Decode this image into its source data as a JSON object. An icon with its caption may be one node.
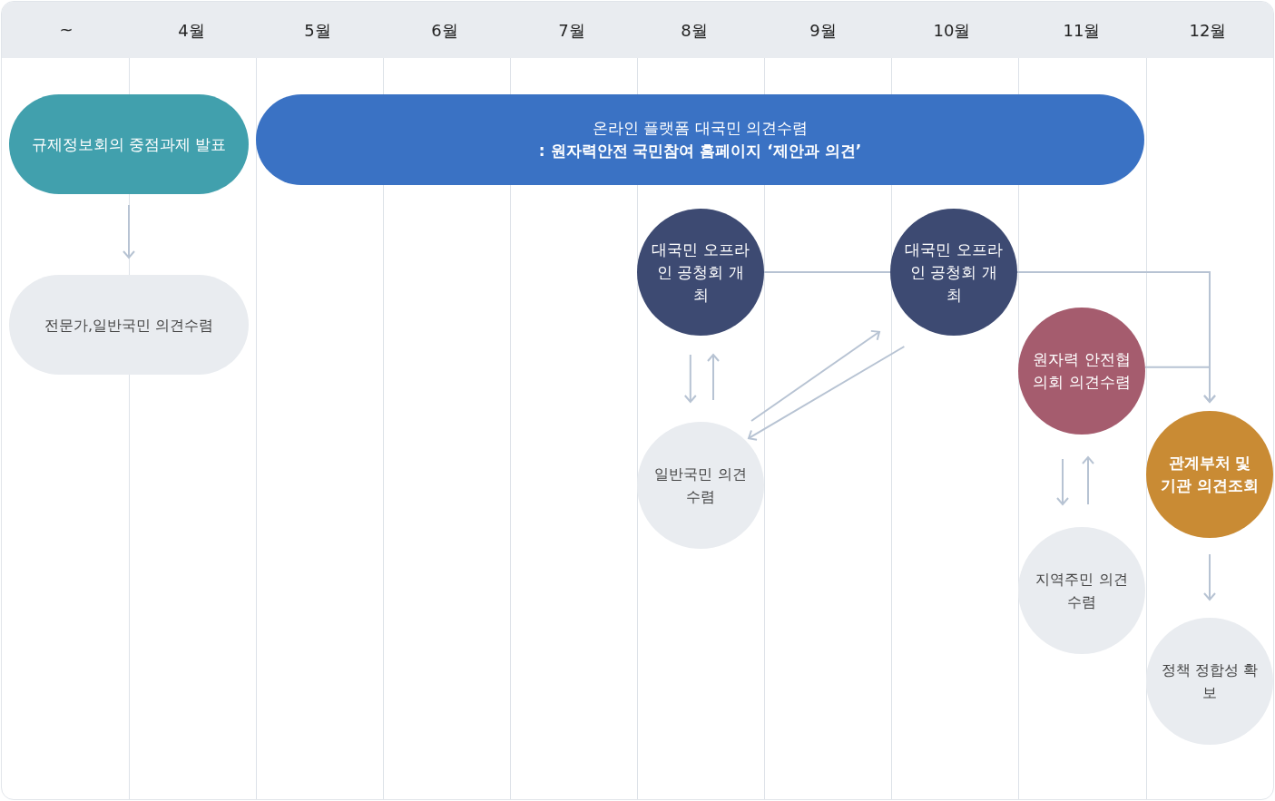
{
  "diagram": {
    "nodes": [
      {
        "text": [
          "규제정보회의 중점과제 발표"
        ]
      },
      {
        "text": [
          "전문가,일반국민 의견수렴"
        ]
      },
      {
        "text": [
          "온라인 플랫폼 대국민 의견수렴",
          ": 원자력안전 국민참여 홈페이지 ‘제안과 의견’"
        ]
      },
      {
        "text": [
          "대국민 오프라인 공청회 개최"
        ]
      },
      {
        "text": [
          "일반국민 의견수렴"
        ]
      },
      {
        "text": [
          "대국민 오프라인 공청회 개최"
        ]
      },
      {
        "text": [
          "원자력 안전협의회 의견수렴"
        ]
      },
      {
        "text": [
          "지역주민 의견수렴"
        ]
      },
      {
        "text": [
          "관계부처 및 기관 의견조회"
        ]
      },
      {
        "text": [
          "정책 정합성 확보"
        ]
      }
    ],
    "edges": [
      {
        "from": 0,
        "to": 1,
        "arrow": "to"
      },
      {
        "from": 3,
        "to": 4,
        "arrow": "to"
      },
      {
        "from": 4,
        "to": 3,
        "arrow": "to"
      },
      {
        "from": 4,
        "to": 5,
        "arrow": "to"
      },
      {
        "from": 5,
        "to": 4,
        "arrow": "to"
      },
      {
        "from": 3,
        "to": 5,
        "arrow": "none"
      },
      {
        "from": 5,
        "to": 8,
        "arrow": "to"
      },
      {
        "from": 6,
        "to": 8,
        "arrow": "to"
      },
      {
        "from": 6,
        "to": 7,
        "arrow": "to"
      },
      {
        "from": 7,
        "to": 6,
        "arrow": "to"
      },
      {
        "from": 8,
        "to": 9,
        "arrow": "to"
      }
    ],
    "labels": [
      "~",
      "4월",
      "5월",
      "6월",
      "7월",
      "8월",
      "9월",
      "10월",
      "11월",
      "12월"
    ]
  }
}
